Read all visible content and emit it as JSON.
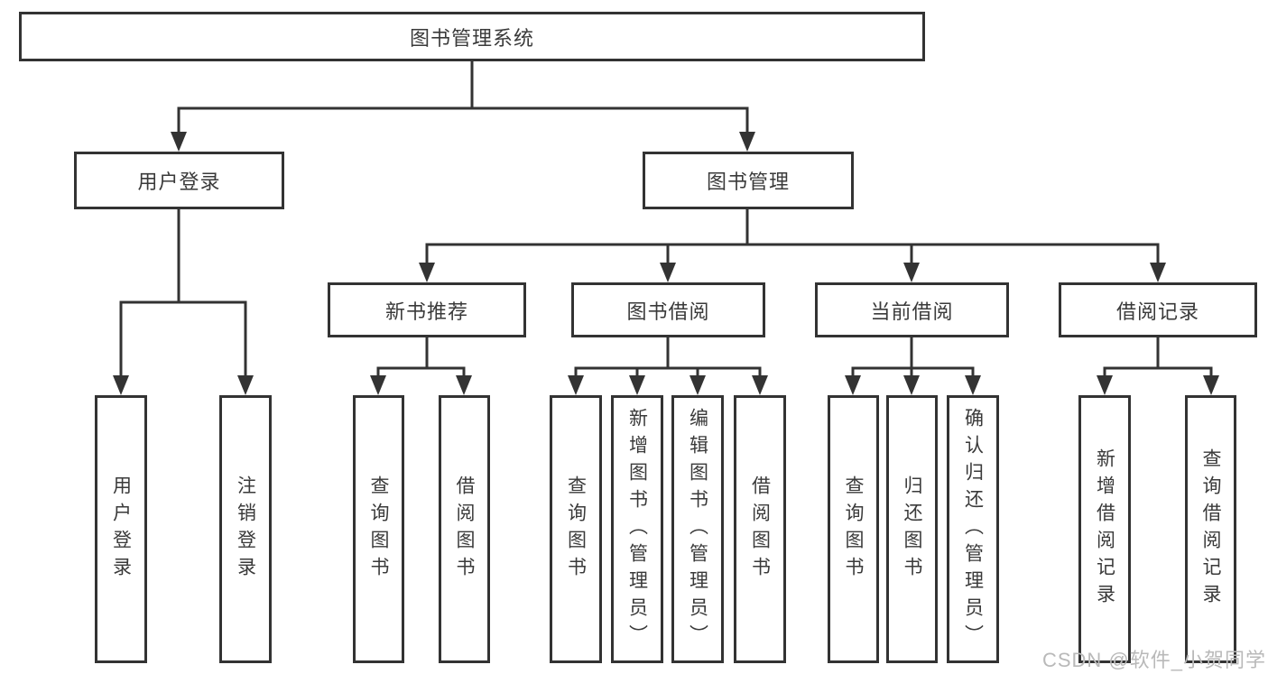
{
  "nodes": {
    "root": {
      "label": "图书管理系统"
    },
    "l2": [
      {
        "label": "用户登录"
      },
      {
        "label": "图书管理"
      }
    ],
    "l3": [
      {
        "label": "新书推荐"
      },
      {
        "label": "图书借阅"
      },
      {
        "label": "当前借阅"
      },
      {
        "label": "借阅记录"
      }
    ],
    "l4_user": [
      {
        "label": "用户登录"
      },
      {
        "label": "注销登录"
      }
    ],
    "l4_new": [
      {
        "label": "查询图书"
      },
      {
        "label": "借阅图书"
      }
    ],
    "l4_borrow": [
      {
        "label": "查询图书"
      },
      {
        "label": "新增图书（管理员）"
      },
      {
        "label": "编辑图书（管理员）"
      },
      {
        "label": "借阅图书"
      }
    ],
    "l4_current": [
      {
        "label": "查询图书"
      },
      {
        "label": "归还图书"
      },
      {
        "label": "确认归还（管理员）"
      }
    ],
    "l4_records": [
      {
        "label": "新增借阅记录"
      },
      {
        "label": "查询借阅记录"
      }
    ]
  },
  "watermark": {
    "text": "CSDN @软件_小贺同学"
  },
  "colors": {
    "line": "#333333",
    "text": "#3a3a3a",
    "watermark": "#b9b9b9",
    "background": "#ffffff"
  }
}
